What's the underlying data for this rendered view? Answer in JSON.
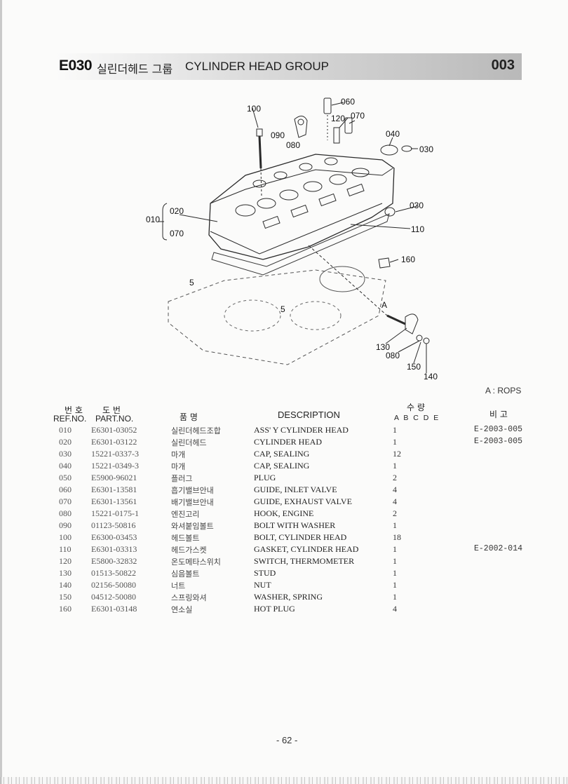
{
  "header": {
    "code": "E030",
    "title_ko": "실린더헤드 그룹",
    "title_en": "CYLINDER HEAD GROUP",
    "page_code": "003"
  },
  "diagram": {
    "callouts": {
      "c100": "100",
      "c060": "060",
      "c120": "120",
      "c070a": "070",
      "c090": "090",
      "c080a": "080",
      "c040": "040",
      "c030a": "030",
      "c030b": "030",
      "c010": "010",
      "c020": "020",
      "c070b": "070",
      "c110": "110",
      "c160": "160",
      "c5a": "5",
      "c5b": "5",
      "cA": "A",
      "c130": "130",
      "c080b": "080",
      "c150": "150",
      "c140": "140"
    }
  },
  "note": "A : ROPS",
  "table": {
    "headers": {
      "ref_ko": "번 호",
      "ref_en": "REF.NO.",
      "part_ko": "도 번",
      "part_en": "PART.NO.",
      "name_ko": "품 명",
      "description": "DESCRIPTION",
      "qty_ko": "수 량",
      "qty_cols": "A B C D E",
      "remarks_ko": "비 고"
    },
    "rows": [
      {
        "ref": "010",
        "part": "E6301-03052",
        "name_ko": "실린더헤드조합",
        "desc": "ASS' Y CYLINDER HEAD",
        "qty": "1",
        "remarks": "E-2003-005"
      },
      {
        "ref": "020",
        "part": "E6301-03122",
        "name_ko": "실린더헤드",
        "desc": "CYLINDER HEAD",
        "qty": "1",
        "remarks": "E-2003-005"
      },
      {
        "ref": "030",
        "part": "15221-0337-3",
        "name_ko": "마개",
        "desc": "CAP, SEALING",
        "qty": "12",
        "remarks": ""
      },
      {
        "ref": "040",
        "part": "15221-0349-3",
        "name_ko": "마개",
        "desc": "CAP, SEALING",
        "qty": "1",
        "remarks": ""
      },
      {
        "ref": "050",
        "part": "E5900-96021",
        "name_ko": "플러그",
        "desc": "PLUG",
        "qty": "2",
        "remarks": ""
      },
      {
        "ref": "060",
        "part": "E6301-13581",
        "name_ko": "흡기밸브안내",
        "desc": "GUIDE, INLET VALVE",
        "qty": "4",
        "remarks": ""
      },
      {
        "ref": "070",
        "part": "E6301-13561",
        "name_ko": "배기밸브안내",
        "desc": "GUIDE, EXHAUST VALVE",
        "qty": "4",
        "remarks": ""
      },
      {
        "ref": "080",
        "part": "15221-0175-1",
        "name_ko": "엔진고리",
        "desc": "HOOK, ENGINE",
        "qty": "2",
        "remarks": ""
      },
      {
        "ref": "090",
        "part": "01123-50816",
        "name_ko": "와셔붙임볼트",
        "desc": "BOLT WITH WASHER",
        "qty": "1",
        "remarks": ""
      },
      {
        "ref": "100",
        "part": "E6300-03453",
        "name_ko": "헤드볼트",
        "desc": "BOLT, CYLINDER HEAD",
        "qty": "18",
        "remarks": ""
      },
      {
        "ref": "110",
        "part": "E6301-03313",
        "name_ko": "헤드가스켓",
        "desc": "GASKET, CYLINDER HEAD",
        "qty": "1",
        "remarks": "E-2002-014"
      },
      {
        "ref": "120",
        "part": "E5800-32832",
        "name_ko": "온도메타스위치",
        "desc": "SWITCH, THERMOMETER",
        "qty": "1",
        "remarks": ""
      },
      {
        "ref": "130",
        "part": "01513-50822",
        "name_ko": "심음볼트",
        "desc": "STUD",
        "qty": "1",
        "remarks": ""
      },
      {
        "ref": "140",
        "part": "02156-50080",
        "name_ko": "너트",
        "desc": "NUT",
        "qty": "1",
        "remarks": ""
      },
      {
        "ref": "150",
        "part": "04512-50080",
        "name_ko": "스프링와셔",
        "desc": "WASHER, SPRING",
        "qty": "1",
        "remarks": ""
      },
      {
        "ref": "160",
        "part": "E6301-03148",
        "name_ko": "연소실",
        "desc": "HOT PLUG",
        "qty": "4",
        "remarks": ""
      }
    ]
  },
  "footer": {
    "page": "- 62 -"
  }
}
